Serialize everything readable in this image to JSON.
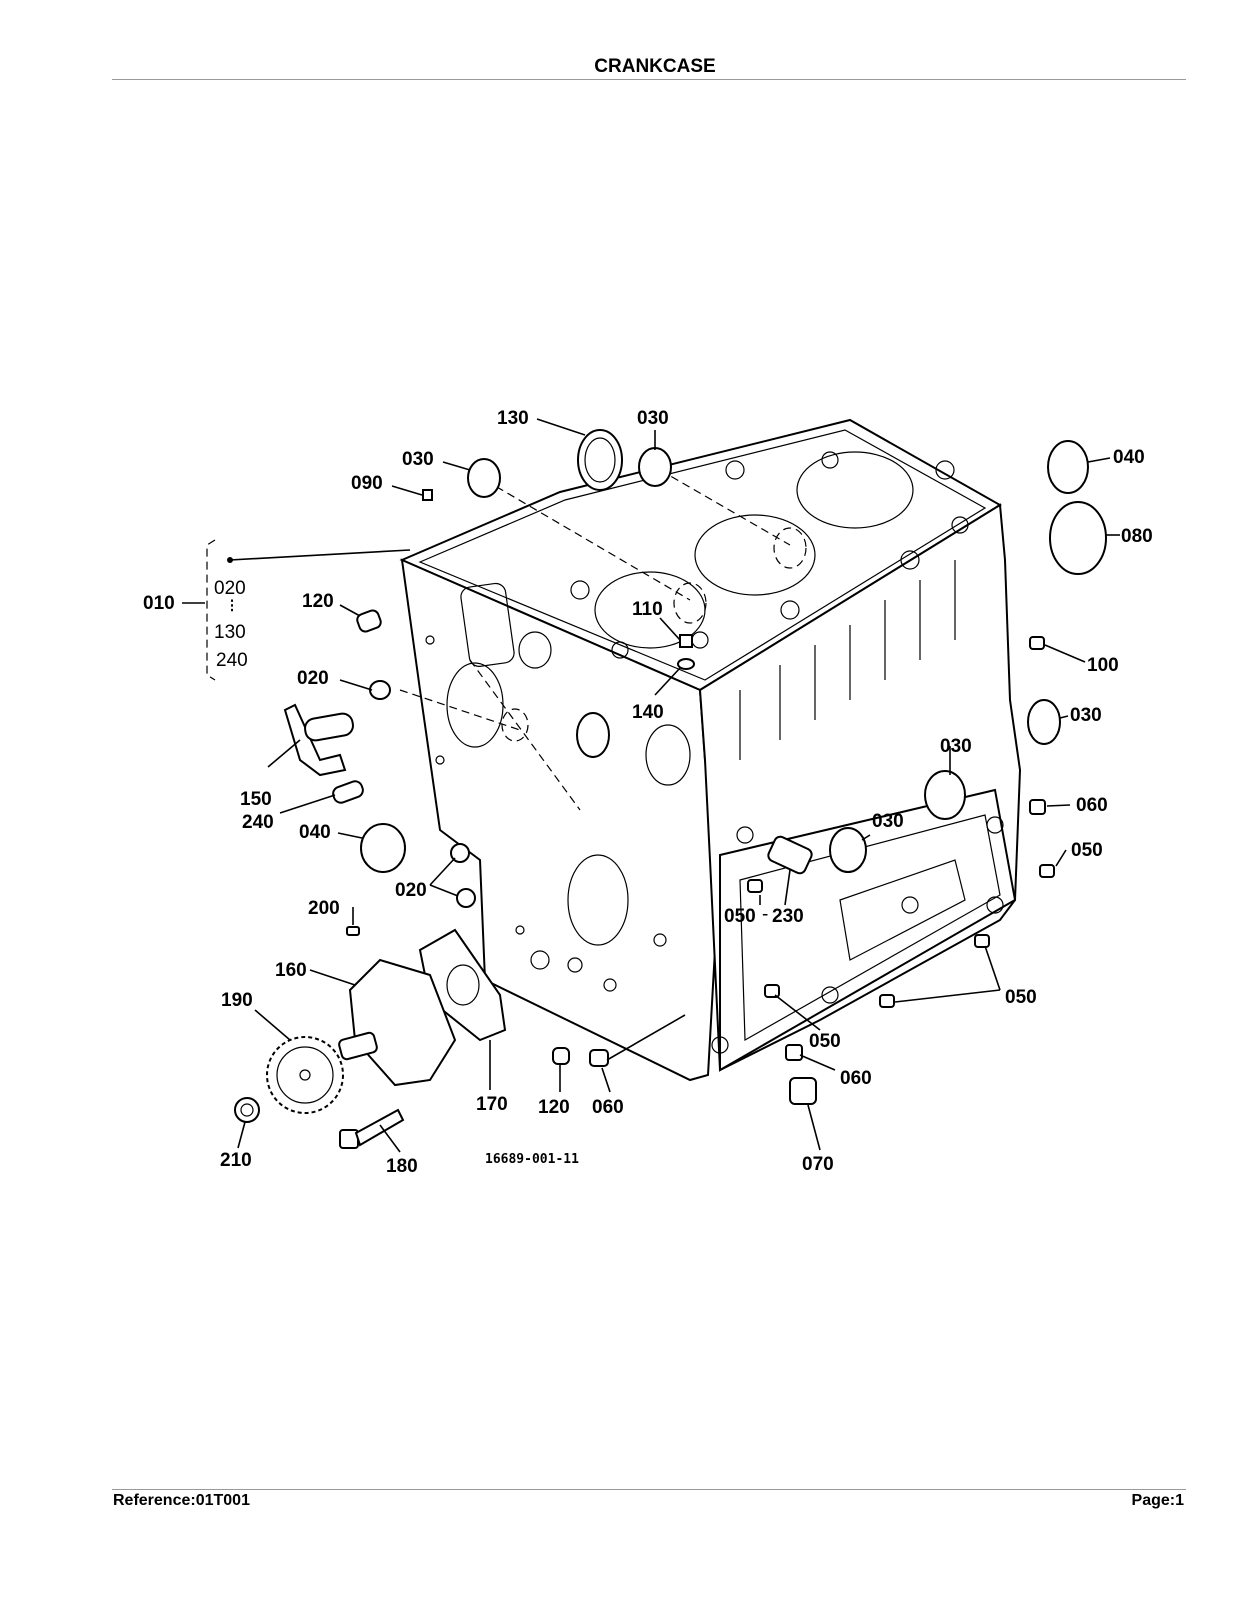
{
  "header": {
    "title": "CRANKCASE"
  },
  "footer": {
    "reference": "Reference:01T001",
    "page": "Page:1"
  },
  "diagram": {
    "drawing_number": "16689-001-11",
    "callouts": {
      "c130_top": "130",
      "c030_top": "030",
      "c040_tr": "040",
      "c030_left": "030",
      "c090": "090",
      "c080": "080",
      "c010": "010",
      "c120_top": "120",
      "c110": "110",
      "c100": "100",
      "c020_left": "020",
      "c140": "140",
      "c030_r1": "030",
      "c030_r2": "030",
      "c150": "150",
      "c060_r": "060",
      "c240": "240",
      "c040_left": "040",
      "c030_r3": "030",
      "c050_r1": "050",
      "c020_mid": "020",
      "c200": "200",
      "c050_mid": "050",
      "c230": "230",
      "c160": "160",
      "c050_r2": "050",
      "c190": "190",
      "c050_low": "050",
      "c060_low": "060",
      "c170": "170",
      "c120_low": "120",
      "c060_b": "060",
      "c210": "210",
      "c180": "180",
      "c070": "070"
    },
    "bracket": {
      "first": "020",
      "sep": "⁝",
      "mid": "130",
      "last": "240"
    }
  }
}
